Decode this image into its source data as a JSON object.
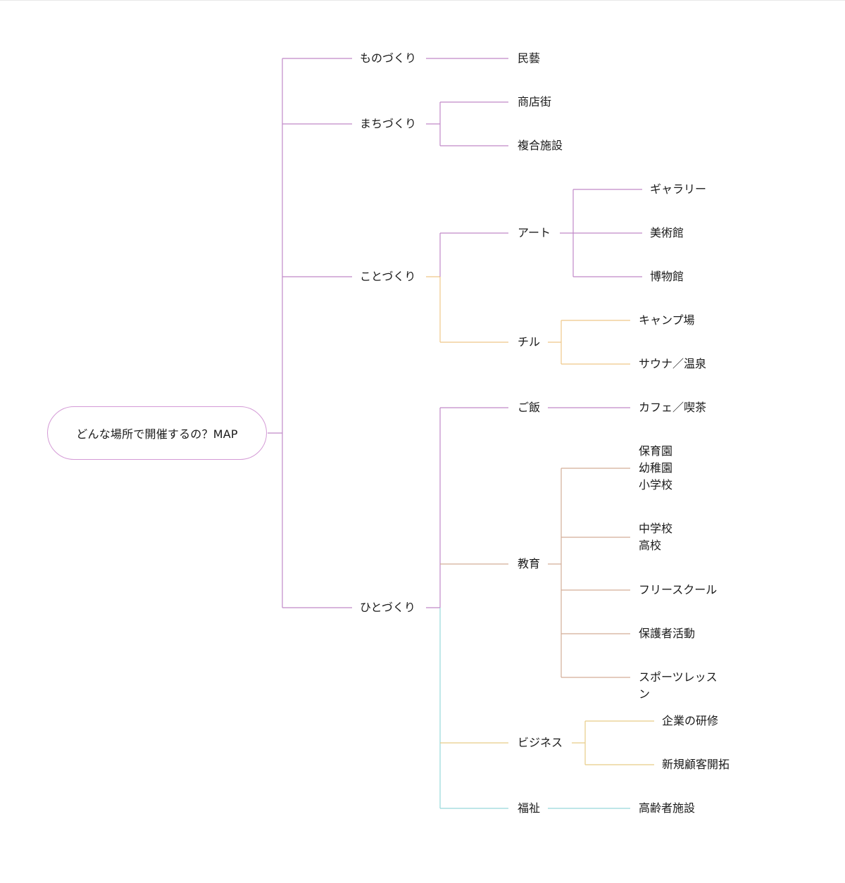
{
  "root": {
    "label": "どんな場所で開催するの？MAP"
  },
  "branches": {
    "monozukuri": {
      "label": "ものづくり",
      "children": {
        "mingei": "民藝"
      }
    },
    "machizukuri": {
      "label": "まちづくり",
      "children": {
        "shotengai": "商店街",
        "fukugo": "複合施設"
      }
    },
    "kotozukuri": {
      "label": "ことづくり",
      "art": {
        "label": "アート",
        "children": {
          "gallery": "ギャラリー",
          "bijutsukan": "美術館",
          "hakubutsukan": "博物館"
        }
      },
      "chill": {
        "label": "チル",
        "children": {
          "camp": "キャンプ場",
          "sauna": "サウナ／温泉"
        }
      }
    },
    "hitozukuri": {
      "label": "ひとづくり",
      "gohan": {
        "label": "ご飯",
        "children": {
          "cafe": "カフェ／喫茶"
        }
      },
      "kyoiku": {
        "label": "教育",
        "children": {
          "hoikuen": [
            "保育園",
            "幼稚園",
            "小学校"
          ],
          "chugakko": [
            "中学校",
            "高校"
          ],
          "free_school": "フリースクール",
          "hogosha": "保護者活動",
          "sports": [
            "スポーツレッス",
            "ン"
          ]
        }
      },
      "business": {
        "label": "ビジネス",
        "children": {
          "kenshu": "企業の研修",
          "shinki": "新規顧客開拓"
        }
      },
      "fukushi": {
        "label": "福祉",
        "children": {
          "koreisha": "高齢者施設"
        }
      }
    }
  },
  "colors": {
    "purple": "#c089c8",
    "orange": "#efc889",
    "brown": "#d3ad98",
    "yellow": "#e7cc87",
    "teal": "#97d8da",
    "root_border": "#d49ad6"
  }
}
